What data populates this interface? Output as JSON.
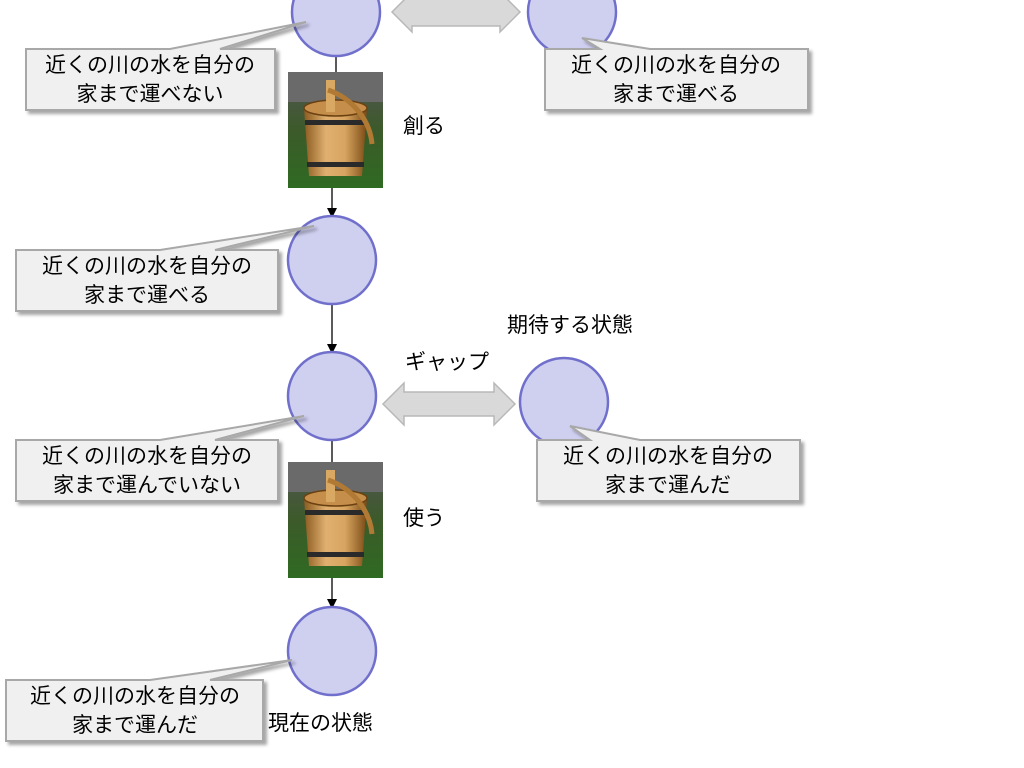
{
  "callouts": {
    "top_left": {
      "line1": "近くの川の水を自分の",
      "line2": "家まで運べない"
    },
    "top_right": {
      "line1": "近くの川の水を自分の",
      "line2": "家まで運べる"
    },
    "middle_left": {
      "line1": "近くの川の水を自分の",
      "line2": "家まで運べる"
    },
    "gap_left": {
      "line1": "近くの川の水を自分の",
      "line2": "家まで運んでいない"
    },
    "gap_right": {
      "line1": "近くの川の水を自分の",
      "line2": "家まで運んだ"
    },
    "bottom_left": {
      "line1": "近くの川の水を自分の",
      "line2": "家まで運んだ"
    }
  },
  "labels": {
    "create": "創る",
    "use": "使う",
    "expected_state": "期待する状態",
    "gap": "ギャップ",
    "current_state": "現在の状態"
  },
  "colors": {
    "node_fill": "#CFCFF0",
    "node_stroke": "#7070CC",
    "callout_fill": "#F0F0F0",
    "callout_stroke": "#A8A8A8",
    "arrow_fill": "#D9D9D9",
    "arrow_stroke": "#B8B8B8"
  }
}
